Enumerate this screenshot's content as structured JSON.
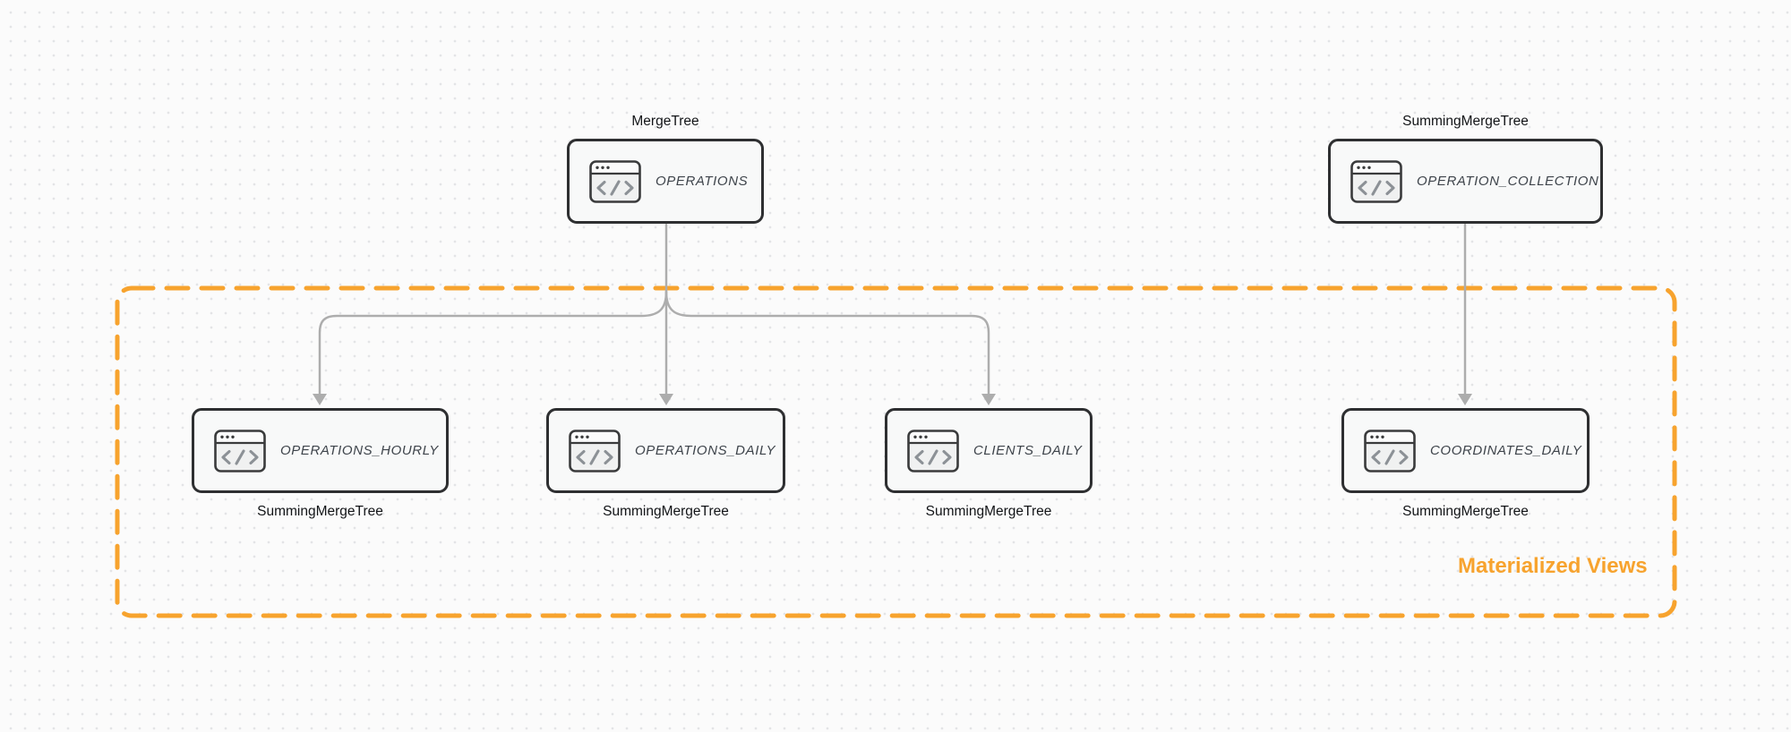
{
  "diagram": {
    "title_hint": "Table engines and materialized views diagram",
    "region_label": "Materialized Views",
    "colors": {
      "accent_orange": "#F7A32E",
      "arrow_gray": "#ADADAD",
      "node_border": "#2E2F31",
      "node_fill": "#F8F9F9",
      "canvas_dot": "#E3E4E6",
      "canvas_bg": "#FBFBFB"
    },
    "nodes": [
      {
        "id": "operations",
        "name": "OPERATIONS",
        "engine": "MergeTree",
        "engine_label_position": "above",
        "icon": "code-window-icon"
      },
      {
        "id": "operation-collection",
        "name": "OPERATION_COLLECTION",
        "engine": "SummingMergeTree",
        "engine_label_position": "above",
        "icon": "code-window-icon"
      },
      {
        "id": "operations-hourly",
        "name": "OPERATIONS_HOURLY",
        "engine": "SummingMergeTree",
        "engine_label_position": "below",
        "icon": "code-window-icon"
      },
      {
        "id": "operations-daily",
        "name": "OPERATIONS_DAILY",
        "engine": "SummingMergeTree",
        "engine_label_position": "below",
        "icon": "code-window-icon"
      },
      {
        "id": "clients-daily",
        "name": "CLIENTS_DAILY",
        "engine": "SummingMergeTree",
        "engine_label_position": "below",
        "icon": "code-window-icon"
      },
      {
        "id": "coordinates-daily",
        "name": "COORDINATES_DAILY",
        "engine": "SummingMergeTree",
        "engine_label_position": "below",
        "icon": "code-window-icon"
      }
    ],
    "edges": [
      {
        "from": "operations",
        "to": "operations-hourly"
      },
      {
        "from": "operations",
        "to": "operations-daily"
      },
      {
        "from": "operations",
        "to": "clients-daily"
      },
      {
        "from": "operation-collection",
        "to": "coordinates-daily"
      }
    ],
    "region_contains": [
      "operations-hourly",
      "operations-daily",
      "clients-daily",
      "coordinates-daily"
    ]
  }
}
